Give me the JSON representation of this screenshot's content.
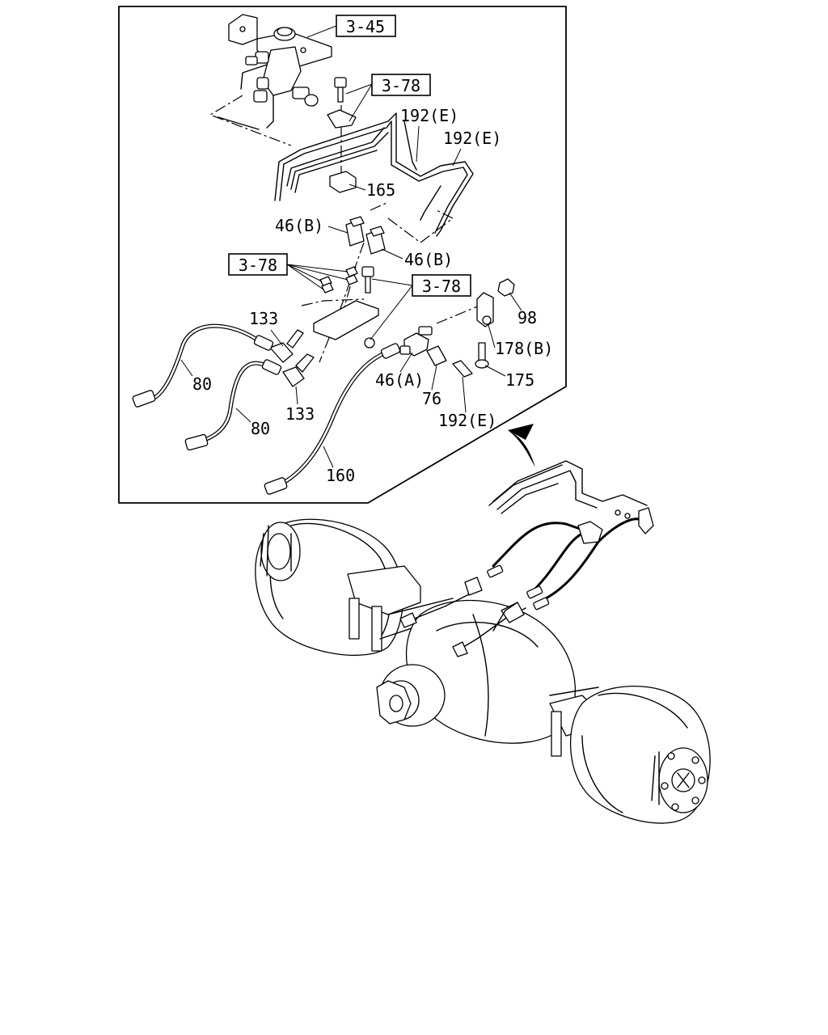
{
  "diagram": {
    "callouts": {
      "ref_3_45": "3-45",
      "ref_3_78_a": "3-78",
      "ref_3_78_b": "3-78",
      "ref_3_78_c": "3-78",
      "p_192e_1": "192(E)",
      "p_192e_2": "192(E)",
      "p_165": "165",
      "p_46b_1": "46(B)",
      "p_46b_2": "46(B)",
      "p_98": "98",
      "p_133_1": "133",
      "p_133_2": "133",
      "p_178b": "178(B)",
      "p_80_1": "80",
      "p_80_2": "80",
      "p_46a": "46(A)",
      "p_175": "175",
      "p_76": "76",
      "p_192e_3": "192(E)",
      "p_160": "160"
    }
  }
}
